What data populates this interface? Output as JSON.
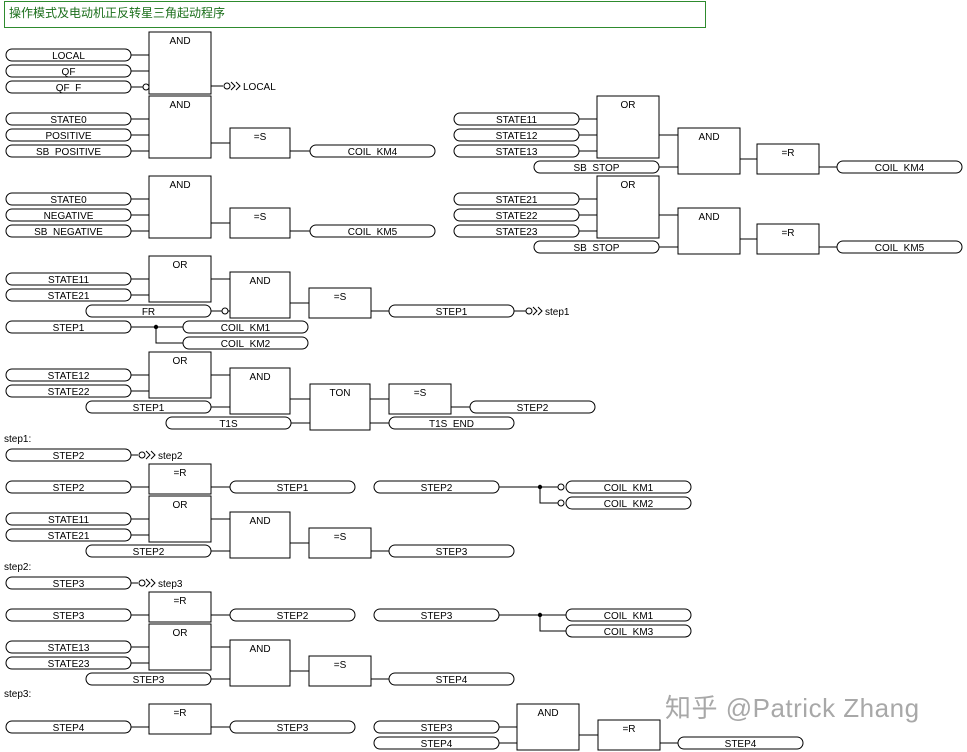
{
  "title": "操作模式及电动机正反转星三角起动程序",
  "watermark": "知乎 @Patrick Zhang",
  "labels": {
    "local": "LOCAL",
    "qf": "QF",
    "qf_f": "QF_F",
    "state0": "STATE0",
    "positive": "POSITIVE",
    "sb_positive": "SB_POSITIVE",
    "negative": "NEGATIVE",
    "sb_negative": "SB_NEGATIVE",
    "state11": "STATE11",
    "state12": "STATE12",
    "state13": "STATE13",
    "state21": "STATE21",
    "state22": "STATE22",
    "state23": "STATE23",
    "sb_stop": "SB_STOP",
    "coil_km1": "COIL_KM1",
    "coil_km2": "COIL_KM2",
    "coil_km3": "COIL_KM3",
    "coil_km4": "COIL_KM4",
    "coil_km5": "COIL_KM5",
    "fr": "FR",
    "step1": "STEP1",
    "step2": "STEP2",
    "step3": "STEP3",
    "step4": "STEP4",
    "t1s": "T1S",
    "t1s_end": "T1S_END",
    "jump_step1": "step1",
    "jump_step2": "step2",
    "jump_step3": "step3",
    "section_step1": "step1:",
    "section_step2": "step2:",
    "section_step3": "step3:"
  },
  "blocks": {
    "and": "AND",
    "or": "OR",
    "set": "=S",
    "reset": "=R",
    "ton": "TON"
  }
}
